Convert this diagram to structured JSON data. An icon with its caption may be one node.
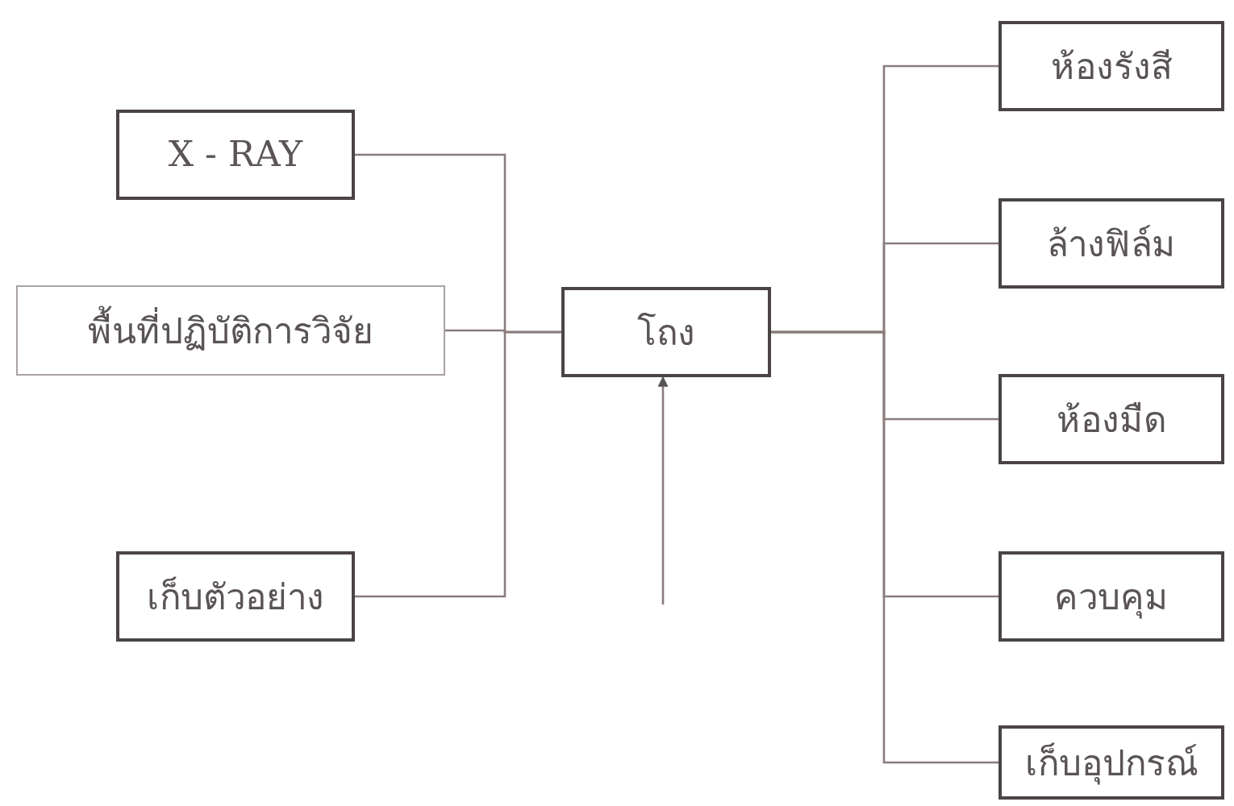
{
  "diagram": {
    "nodes": [
      {
        "text": [
          "X - RAY"
        ]
      },
      {
        "text": [
          "พื้นที่ปฏิบัติการวิจัย"
        ]
      },
      {
        "text": [
          "เก็บตัวอย่าง"
        ]
      },
      {
        "text": [
          "โถง"
        ]
      },
      {
        "text": [
          "ห้องรังสี"
        ]
      },
      {
        "text": [
          "ล้างฟิล์ม"
        ]
      },
      {
        "text": [
          "ห้องมืด"
        ]
      },
      {
        "text": [
          "ควบคุม"
        ]
      },
      {
        "text": [
          "เก็บอุปกรณ์"
        ]
      }
    ],
    "edges": [
      {
        "from": 0,
        "to": 3,
        "arrow": "none"
      },
      {
        "from": 1,
        "to": 3,
        "arrow": "none"
      },
      {
        "from": 2,
        "to": 3,
        "arrow": "none"
      },
      {
        "from": 3,
        "to": 4,
        "arrow": "none"
      },
      {
        "from": 3,
        "to": 5,
        "arrow": "none"
      },
      {
        "from": 3,
        "to": 6,
        "arrow": "none"
      },
      {
        "from": 3,
        "to": 7,
        "arrow": "none"
      },
      {
        "from": 3,
        "to": 8,
        "arrow": "none"
      },
      {
        "from": null,
        "to": 3,
        "arrow": "to"
      }
    ]
  }
}
